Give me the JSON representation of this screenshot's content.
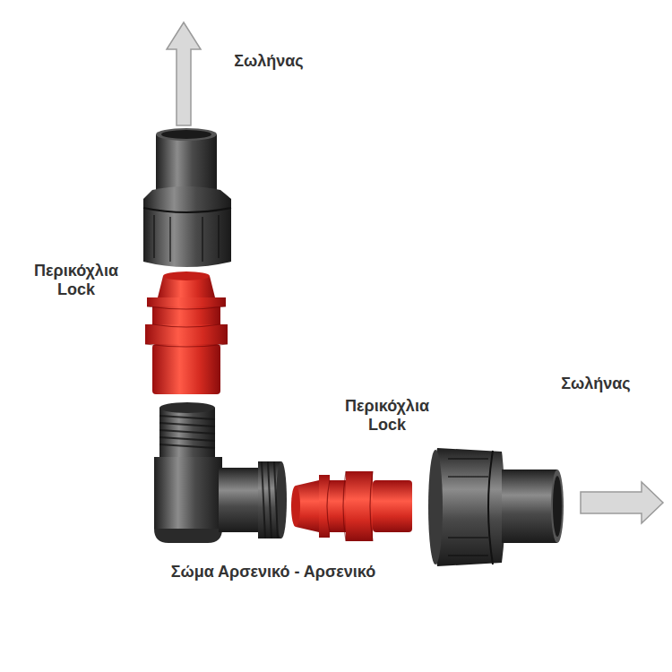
{
  "diagram": {
    "labels": [
      "Σωλήνας",
      "Περικόχλια Lock",
      "Σωλήνας",
      "Περικόχλια Lock",
      "Σώμα Αρσενικό - Αρσενικό"
    ]
  }
}
